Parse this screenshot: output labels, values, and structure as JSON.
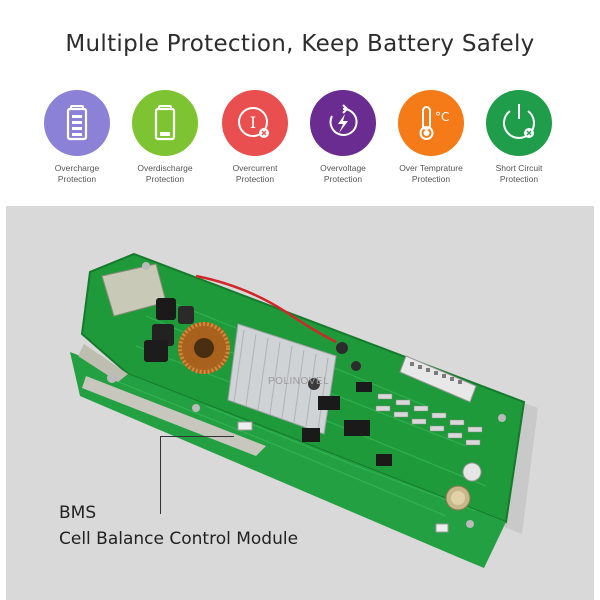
{
  "headline": "Multiple Protection, Keep Battery Safely",
  "features": [
    {
      "line1": "Overcharge",
      "line2": "Protection",
      "color": "#8b82d8",
      "icon": "battery-full-icon"
    },
    {
      "line1": "Overdischarge",
      "line2": "Protection",
      "color": "#7ec432",
      "icon": "battery-low-icon"
    },
    {
      "line1": "Overcurrent",
      "line2": "Protection",
      "color": "#e94f4f",
      "icon": "current-icon"
    },
    {
      "line1": "Overvoltage",
      "line2": "Protection",
      "color": "#6a2c91",
      "icon": "lightning-icon"
    },
    {
      "line1": "Over Temprature",
      "line2": "Protection",
      "color": "#f57a18",
      "icon": "thermometer-icon"
    },
    {
      "line1": "Short Circuit",
      "line2": "Protection",
      "color": "#1f9d4a",
      "icon": "power-icon"
    }
  ],
  "photo": {
    "watermark": "POLINOVEL",
    "caption_line1": "BMS",
    "caption_line2": "Cell Balance Control Module"
  }
}
